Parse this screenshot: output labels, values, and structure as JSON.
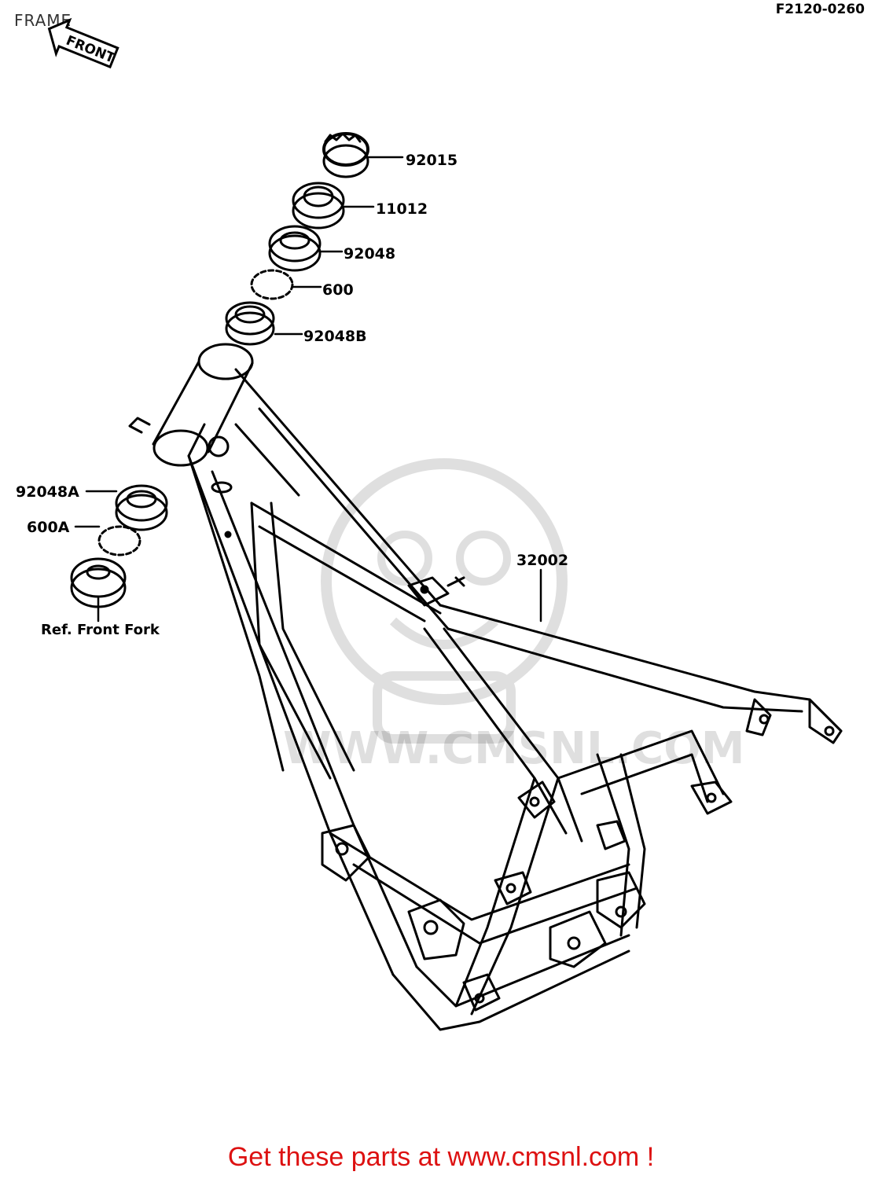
{
  "header": {
    "title": "FRAME",
    "diagram_code": "F2120-0260",
    "front_badge": "FRONT"
  },
  "parts": [
    {
      "label": "92015"
    },
    {
      "label": "11012"
    },
    {
      "label": "92048"
    },
    {
      "label": "600"
    },
    {
      "label": "92048B"
    },
    {
      "label": "92048A"
    },
    {
      "label": "600A"
    },
    {
      "label": "32002"
    },
    {
      "label": "Ref. Front Fork"
    }
  ],
  "watermark": {
    "text": "WWW.CMSNL.COM"
  },
  "footer": {
    "text": "Get these parts at www.cmsnl.com !"
  },
  "colors": {
    "footer": "#dd1111",
    "line": "#000000"
  }
}
